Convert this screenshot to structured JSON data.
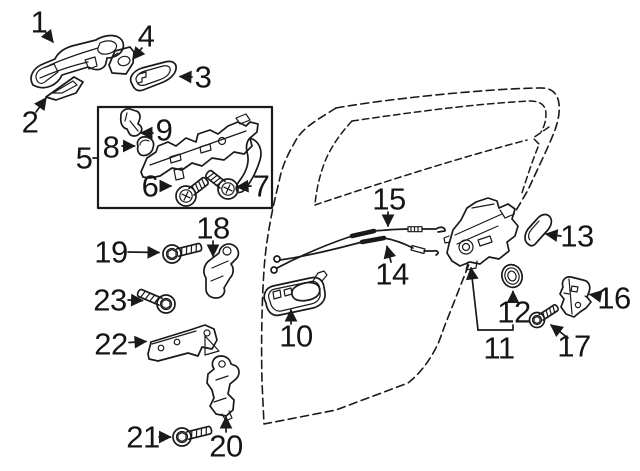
{
  "diagram": {
    "kind": "exploded-parts-line-drawing",
    "background": "#ffffff"
  },
  "colors": {
    "background": "#ffffff",
    "line": "#1a1a1a"
  },
  "callouts": [
    {
      "label": "1"
    },
    {
      "label": "2"
    },
    {
      "label": "3"
    },
    {
      "label": "4"
    },
    {
      "label": "5"
    },
    {
      "label": "6"
    },
    {
      "label": "7"
    },
    {
      "label": "8"
    },
    {
      "label": "9"
    },
    {
      "label": "10"
    },
    {
      "label": "11"
    },
    {
      "label": "12"
    },
    {
      "label": "13"
    },
    {
      "label": "14"
    },
    {
      "label": "15"
    },
    {
      "label": "16"
    },
    {
      "label": "17"
    },
    {
      "label": "18"
    },
    {
      "label": "19"
    },
    {
      "label": "20"
    },
    {
      "label": "21"
    },
    {
      "label": "22"
    },
    {
      "label": "23"
    }
  ]
}
